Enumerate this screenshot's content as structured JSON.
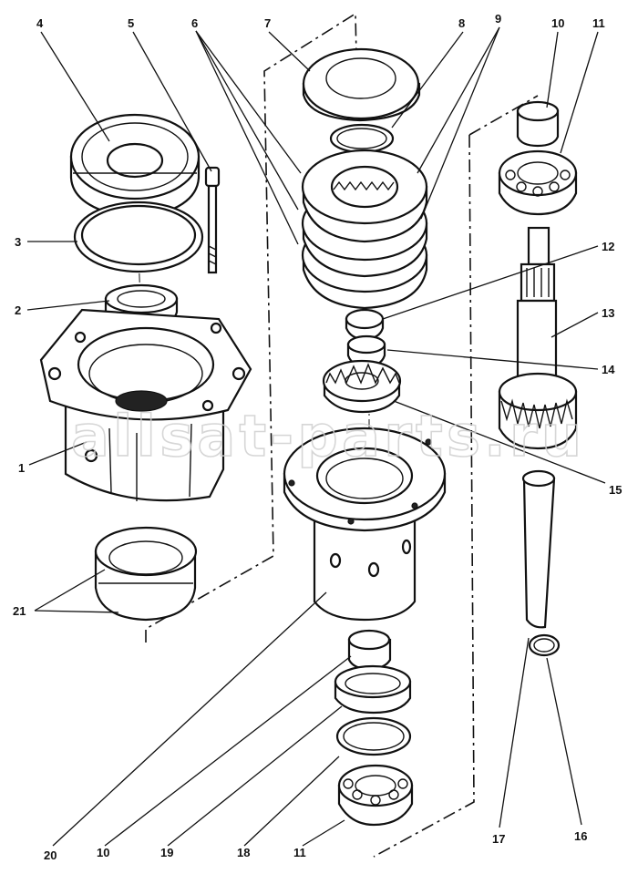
{
  "labels": {
    "l1": "1",
    "l2": "2",
    "l3": "3",
    "l4": "4",
    "l5": "5",
    "l6": "6",
    "l7": "7",
    "l8": "8",
    "l9": "9",
    "l10a": "10",
    "l11a": "11",
    "l12": "12",
    "l13": "13",
    "l14": "14",
    "l15": "15",
    "l16": "16",
    "l17": "17",
    "l18": "18",
    "l19": "19",
    "l20": "20",
    "l10b": "10",
    "l11b": "11",
    "l21": "21"
  },
  "watermark": "allsat-parts.ru",
  "colors": {
    "ink": "#111111",
    "watermark": "#cfcfcf",
    "background": "#ffffff"
  }
}
